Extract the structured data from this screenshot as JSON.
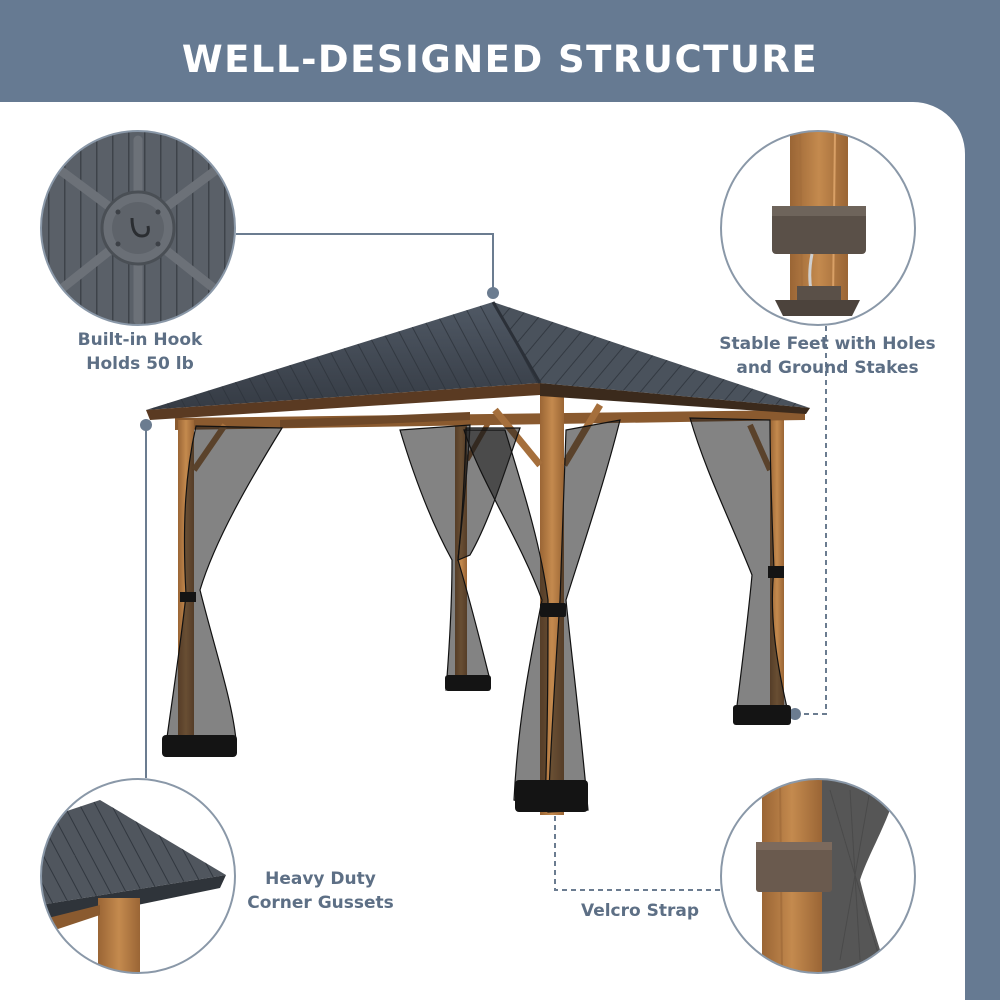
{
  "header": {
    "title": "WELL-DESIGNED STRUCTURE"
  },
  "callouts": {
    "hook": {
      "line1": "Built-in Hook",
      "line2": "Holds 50 lb",
      "icon": "roof-hook-icon"
    },
    "feet": {
      "line1": "Stable Feet with Holes",
      "line2": "and Ground Stakes",
      "icon": "post-foot-icon"
    },
    "gussets": {
      "line1": "Heavy Duty",
      "line2": "Corner Gussets",
      "icon": "roof-corner-icon"
    },
    "strap": {
      "line1": "Velcro Strap",
      "icon": "velcro-strap-icon"
    }
  },
  "colors": {
    "band": "#667a92",
    "label_text": "#5d6f85",
    "roof": "#3f4650",
    "wood": "#b87f45",
    "netting": "#1e1e1e"
  }
}
